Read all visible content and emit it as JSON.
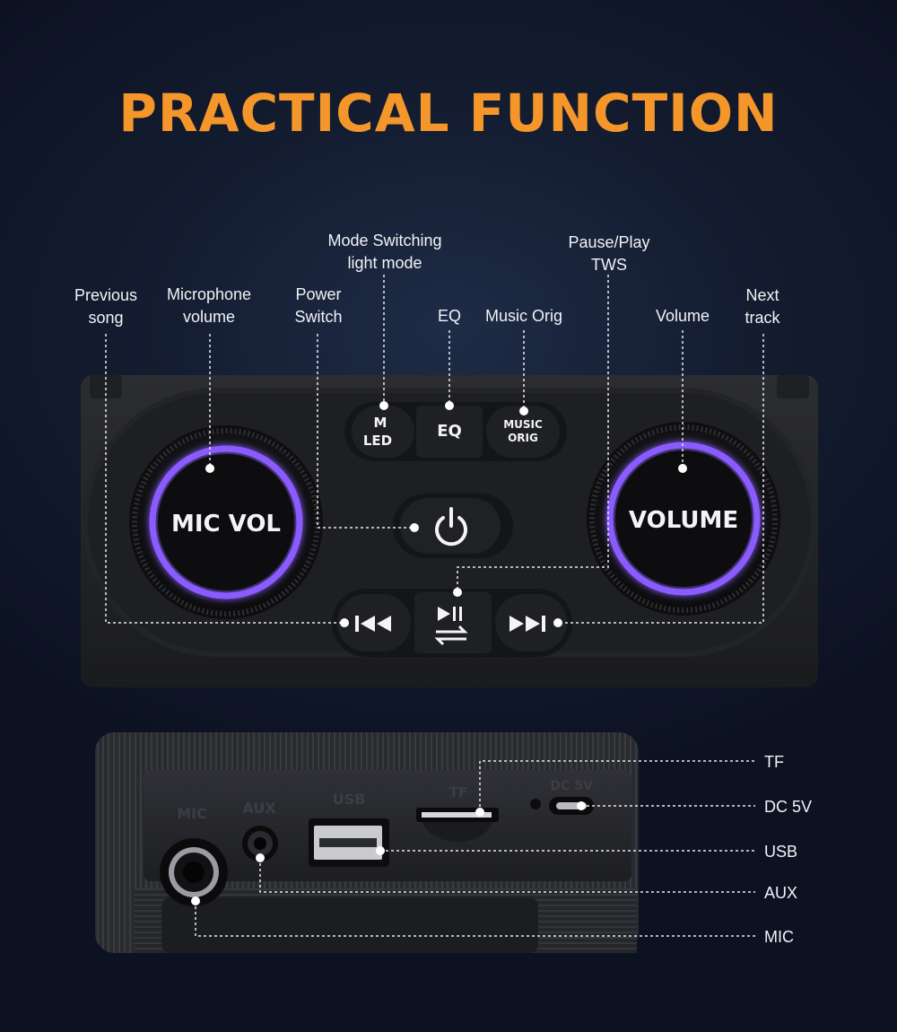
{
  "title": "PRACTICAL FUNCTION",
  "labels": {
    "previous_song": "Previous\nsong",
    "microphone_volume": "Microphone\nvolume",
    "power_switch": "Power\nSwitch",
    "mode_switching": "Mode Switching\nlight mode",
    "eq": "EQ",
    "music_orig": "Music Orig",
    "pause_play": "Pause/Play\nTWS",
    "volume": "Volume",
    "next_track": "Next\ntrack"
  },
  "panel": {
    "mic_knob": "MIC  VOL",
    "volume_knob": "VOLUME",
    "m_led_top": "M",
    "m_led_bottom": "LED",
    "eq_key": "EQ",
    "music_top": "MUSIC",
    "music_bottom": "ORIG"
  },
  "ports": {
    "mic": "MIC",
    "aux": "AUX",
    "usb": "USB",
    "tf": "TF",
    "dc": "DC 5V"
  },
  "port_labels": {
    "tf": "TF",
    "dc5v": "DC 5V",
    "usb": "USB",
    "aux": "AUX",
    "mic": "MIC"
  },
  "colors": {
    "title": "#f5962a",
    "ring_glow": "#8a5cff",
    "label": "#f2f3f6"
  },
  "icons": [
    "power-icon",
    "previous-icon",
    "play-pause-icon",
    "repeat-icon",
    "next-icon"
  ]
}
